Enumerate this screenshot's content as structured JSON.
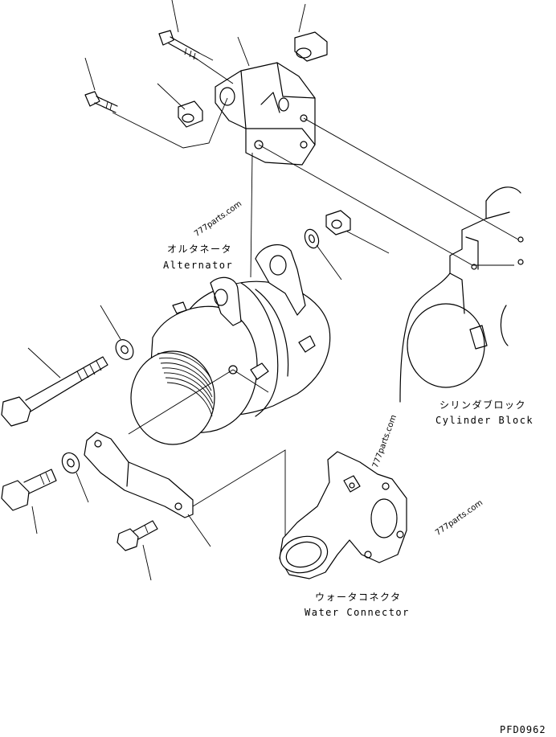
{
  "labels": {
    "alternator_jp": "オルタネータ",
    "alternator_en": "Alternator",
    "cylinder_block_jp": "シリンダブロック",
    "cylinder_block_en": "Cylinder Block",
    "water_connector_jp": "ウォータコネクタ",
    "water_connector_en": "Water Connector"
  },
  "drawing_code": "PFD0962",
  "watermarks": [
    "777parts.com",
    "777parts.com",
    "777parts.com"
  ]
}
